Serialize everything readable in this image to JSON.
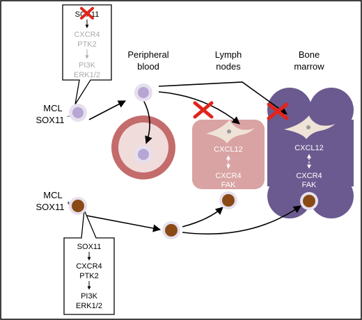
{
  "colors": {
    "frame": "#000000",
    "muted_text": "#aaaaaa",
    "blood_outer": "#c46b6b",
    "blood_inner": "#f1dcdc",
    "lymph_bg": "#d9a3a3",
    "marrow_bg": "#6b5a90",
    "cell_light_outer": "#e6e0ee",
    "cell_light_inner": "#b7a6d4",
    "cell_brown_inner": "#8a4a16",
    "stromal": "#eee3d6",
    "block_x": "#e1251b"
  },
  "top_pathway": {
    "items": [
      "SOX11",
      "CXCR4",
      "PTK2",
      "PI3K",
      "ERK1/2"
    ]
  },
  "bottom_pathway": {
    "items": [
      "SOX11",
      "CXCR4",
      "PTK2",
      "PI3K",
      "ERK1/2"
    ]
  },
  "left_labels": {
    "mcl_neg_line1": "MCL",
    "mcl_neg_line2": "SOX11",
    "mcl_neg_sup": "−",
    "mcl_pos_line1": "MCL",
    "mcl_pos_line2": "SOX11",
    "mcl_pos_sup": "+"
  },
  "compartments": {
    "peripheral_line1": "Peripheral",
    "peripheral_line2": "blood",
    "lymph_line1": "Lymph",
    "lymph_line2": "nodes",
    "bone_line1": "Bone",
    "bone_line2": "marrow"
  },
  "lymph_node": {
    "cxcl12": "CXCL12",
    "cxcr4": "CXCR4",
    "fak": "FAK"
  },
  "bone_marrow": {
    "cxcl12": "CXCL12",
    "cxcr4": "CXCR4",
    "fak": "FAK"
  }
}
